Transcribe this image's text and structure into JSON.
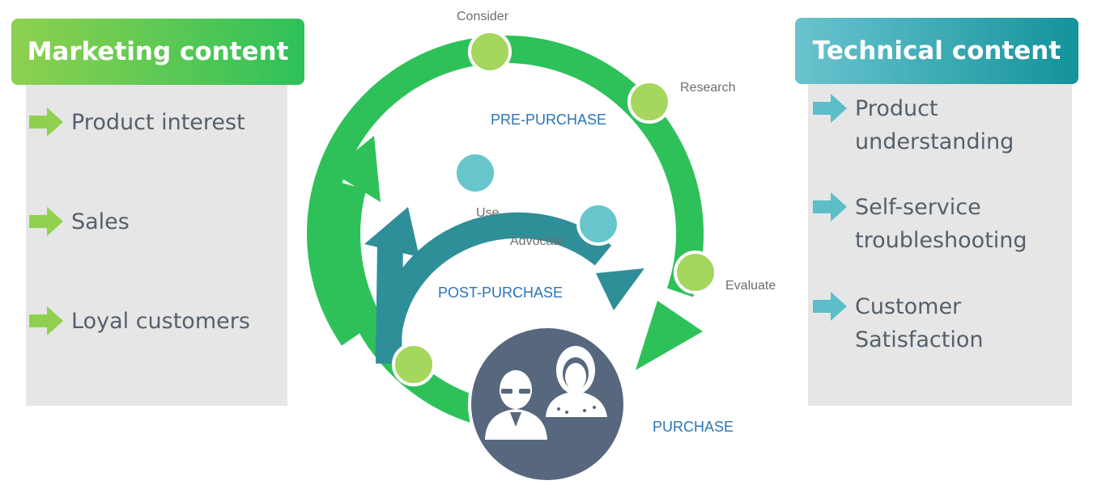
{
  "marketing": {
    "title": "Marketing content",
    "items": [
      "Product interest",
      "Sales",
      "Loyal customers"
    ]
  },
  "technical": {
    "title": "Technical content",
    "items": [
      "Product understanding",
      "Self-service troubleshooting",
      "Customer Satisfaction"
    ]
  },
  "cycle": {
    "stages": {
      "consider": "Consider",
      "research": "Research",
      "evaluate": "Evaluate",
      "use": "Use",
      "advocate": "Advocate"
    },
    "phases": {
      "pre_purchase": "PRE-PURCHASE",
      "post_purchase": "POST-PURCHASE",
      "purchase": "PURCHASE"
    }
  },
  "colors": {
    "green": "#2ec15a",
    "light_green": "#a5d65e",
    "teal": "#2f8f98",
    "light_teal": "#66c6cc",
    "navy": "#56677e",
    "phase_label": "#2a75b9",
    "stage_label": "#6d6d6d"
  }
}
